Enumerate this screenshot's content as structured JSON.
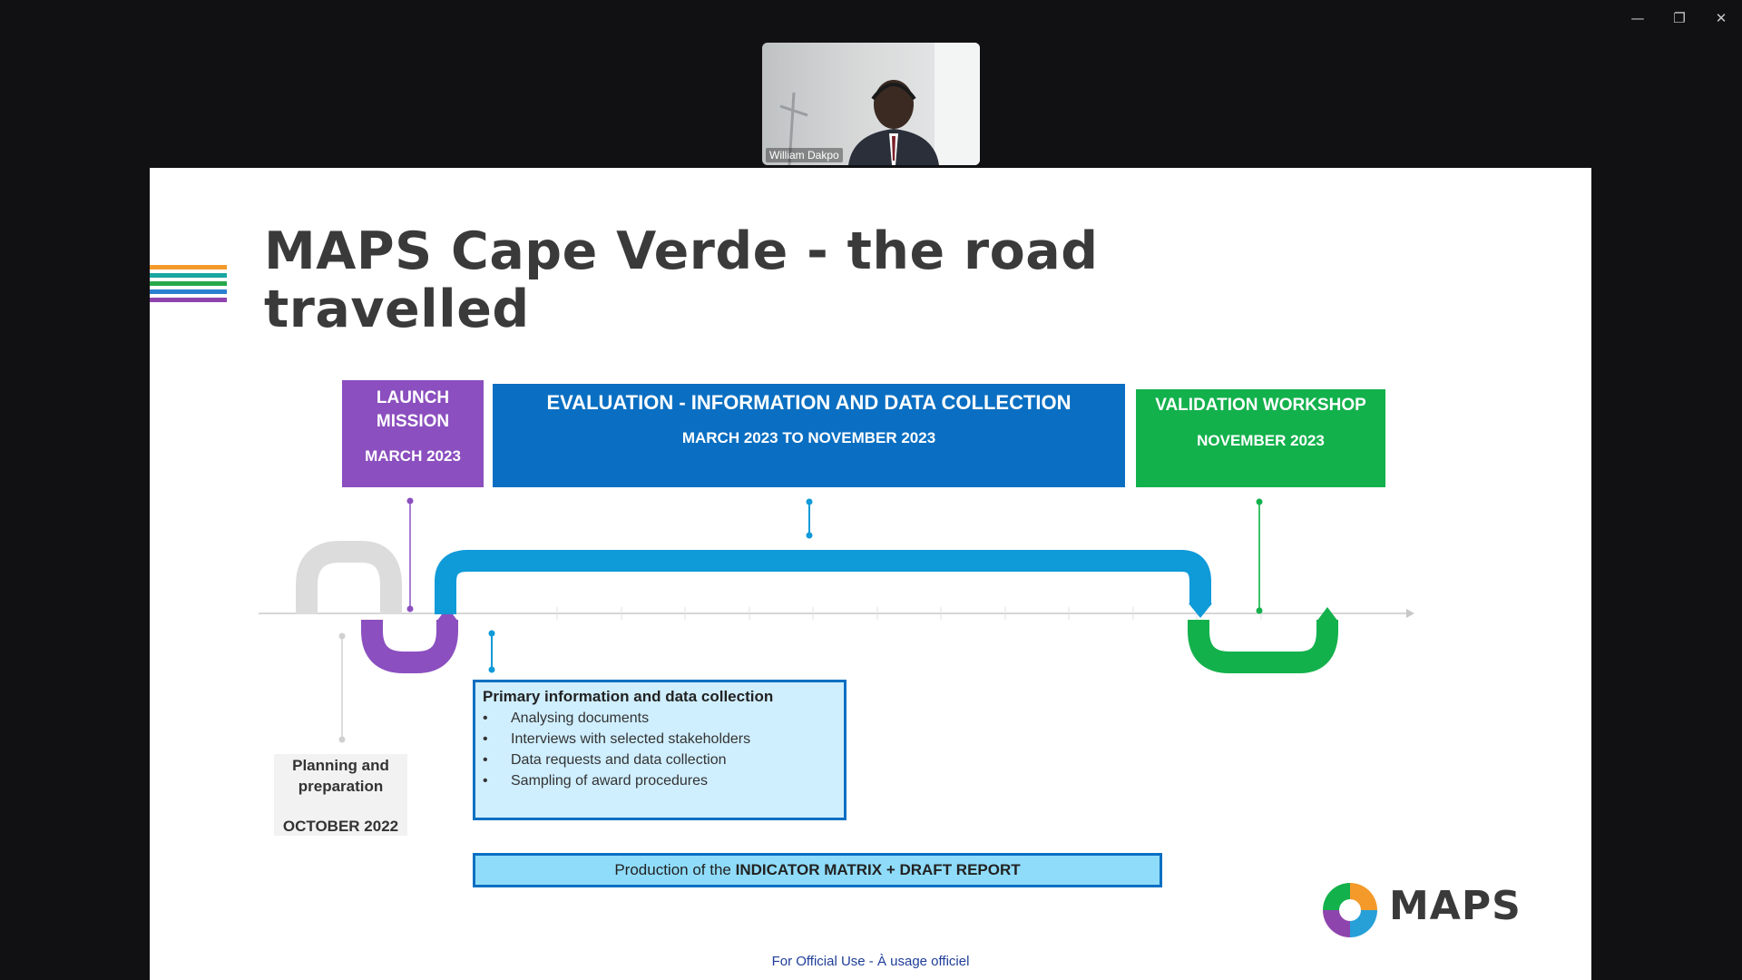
{
  "window": {
    "controls": [
      {
        "name": "minimize-icon",
        "glyph": "—"
      },
      {
        "name": "restore-icon",
        "glyph": "❐"
      },
      {
        "name": "close-icon",
        "glyph": "✕"
      }
    ]
  },
  "video": {
    "participant_name": "William Dakpo"
  },
  "slide": {
    "title_line1": "MAPS Cape Verde - the road",
    "title_line2": "travelled",
    "stripe_colors": [
      "#f39a2b",
      "#1aa6a0",
      "#27a84a",
      "#2a7fd0",
      "#8e44ad"
    ],
    "phases": [
      {
        "label_line1": "LAUNCH",
        "label_line2": "MISSION",
        "date": "MARCH 2023",
        "color": "#8b4fbf"
      },
      {
        "label": "EVALUATION - INFORMATION AND DATA COLLECTION",
        "date": "MARCH 2023 TO NOVEMBER 2023",
        "color": "#0a6fc2"
      },
      {
        "label": "VALIDATION WORKSHOP",
        "date": "NOVEMBER 2023",
        "color": "#13b14c"
      }
    ],
    "planning": {
      "line1": "Planning and",
      "line2": "preparation",
      "date": "OCTOBER 2022"
    },
    "primary_box": {
      "title": "Primary information and data collection",
      "bullet": "•",
      "items": [
        "Analysing documents",
        "Interviews with selected stakeholders",
        "Data requests and data collection",
        "Sampling of award procedures"
      ]
    },
    "production": {
      "prefix": "Production of the ",
      "bold": "INDICATOR MATRIX + DRAFT REPORT"
    },
    "logo_text": "MAPS",
    "footer": "For Official Use - À usage officiel"
  }
}
